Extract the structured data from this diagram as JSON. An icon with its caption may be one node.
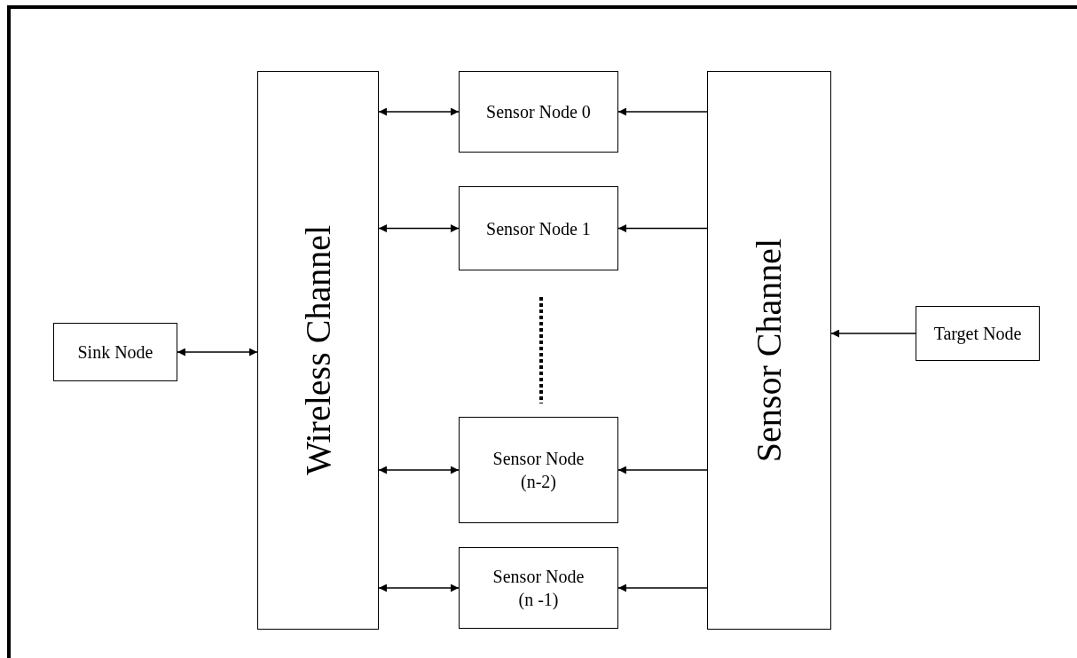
{
  "diagram": {
    "nodes": [
      {
        "text": [
          "Sink Node"
        ]
      },
      {
        "text": [
          "Wireless Channel"
        ]
      },
      {
        "text": [
          "Sensor Node 0"
        ]
      },
      {
        "text": [
          "Sensor Node 1"
        ]
      },
      {
        "text": [
          "Sensor Node (n-2)"
        ]
      },
      {
        "text": [
          "Sensor Node (n -1)"
        ]
      },
      {
        "text": [
          "Sensor Channel"
        ]
      },
      {
        "text": [
          "Target Node"
        ]
      }
    ],
    "edges": [
      {
        "from": 0,
        "to": 1,
        "arrow": "both"
      },
      {
        "from": 1,
        "to": 2,
        "arrow": "both"
      },
      {
        "from": 1,
        "to": 3,
        "arrow": "both"
      },
      {
        "from": 1,
        "to": 4,
        "arrow": "both"
      },
      {
        "from": 1,
        "to": 5,
        "arrow": "both"
      },
      {
        "from": 6,
        "to": 2,
        "arrow": "to"
      },
      {
        "from": 6,
        "to": 3,
        "arrow": "to"
      },
      {
        "from": 6,
        "to": 4,
        "arrow": "to"
      },
      {
        "from": 6,
        "to": 5,
        "arrow": "to"
      },
      {
        "from": 7,
        "to": 6,
        "arrow": "to"
      }
    ]
  }
}
